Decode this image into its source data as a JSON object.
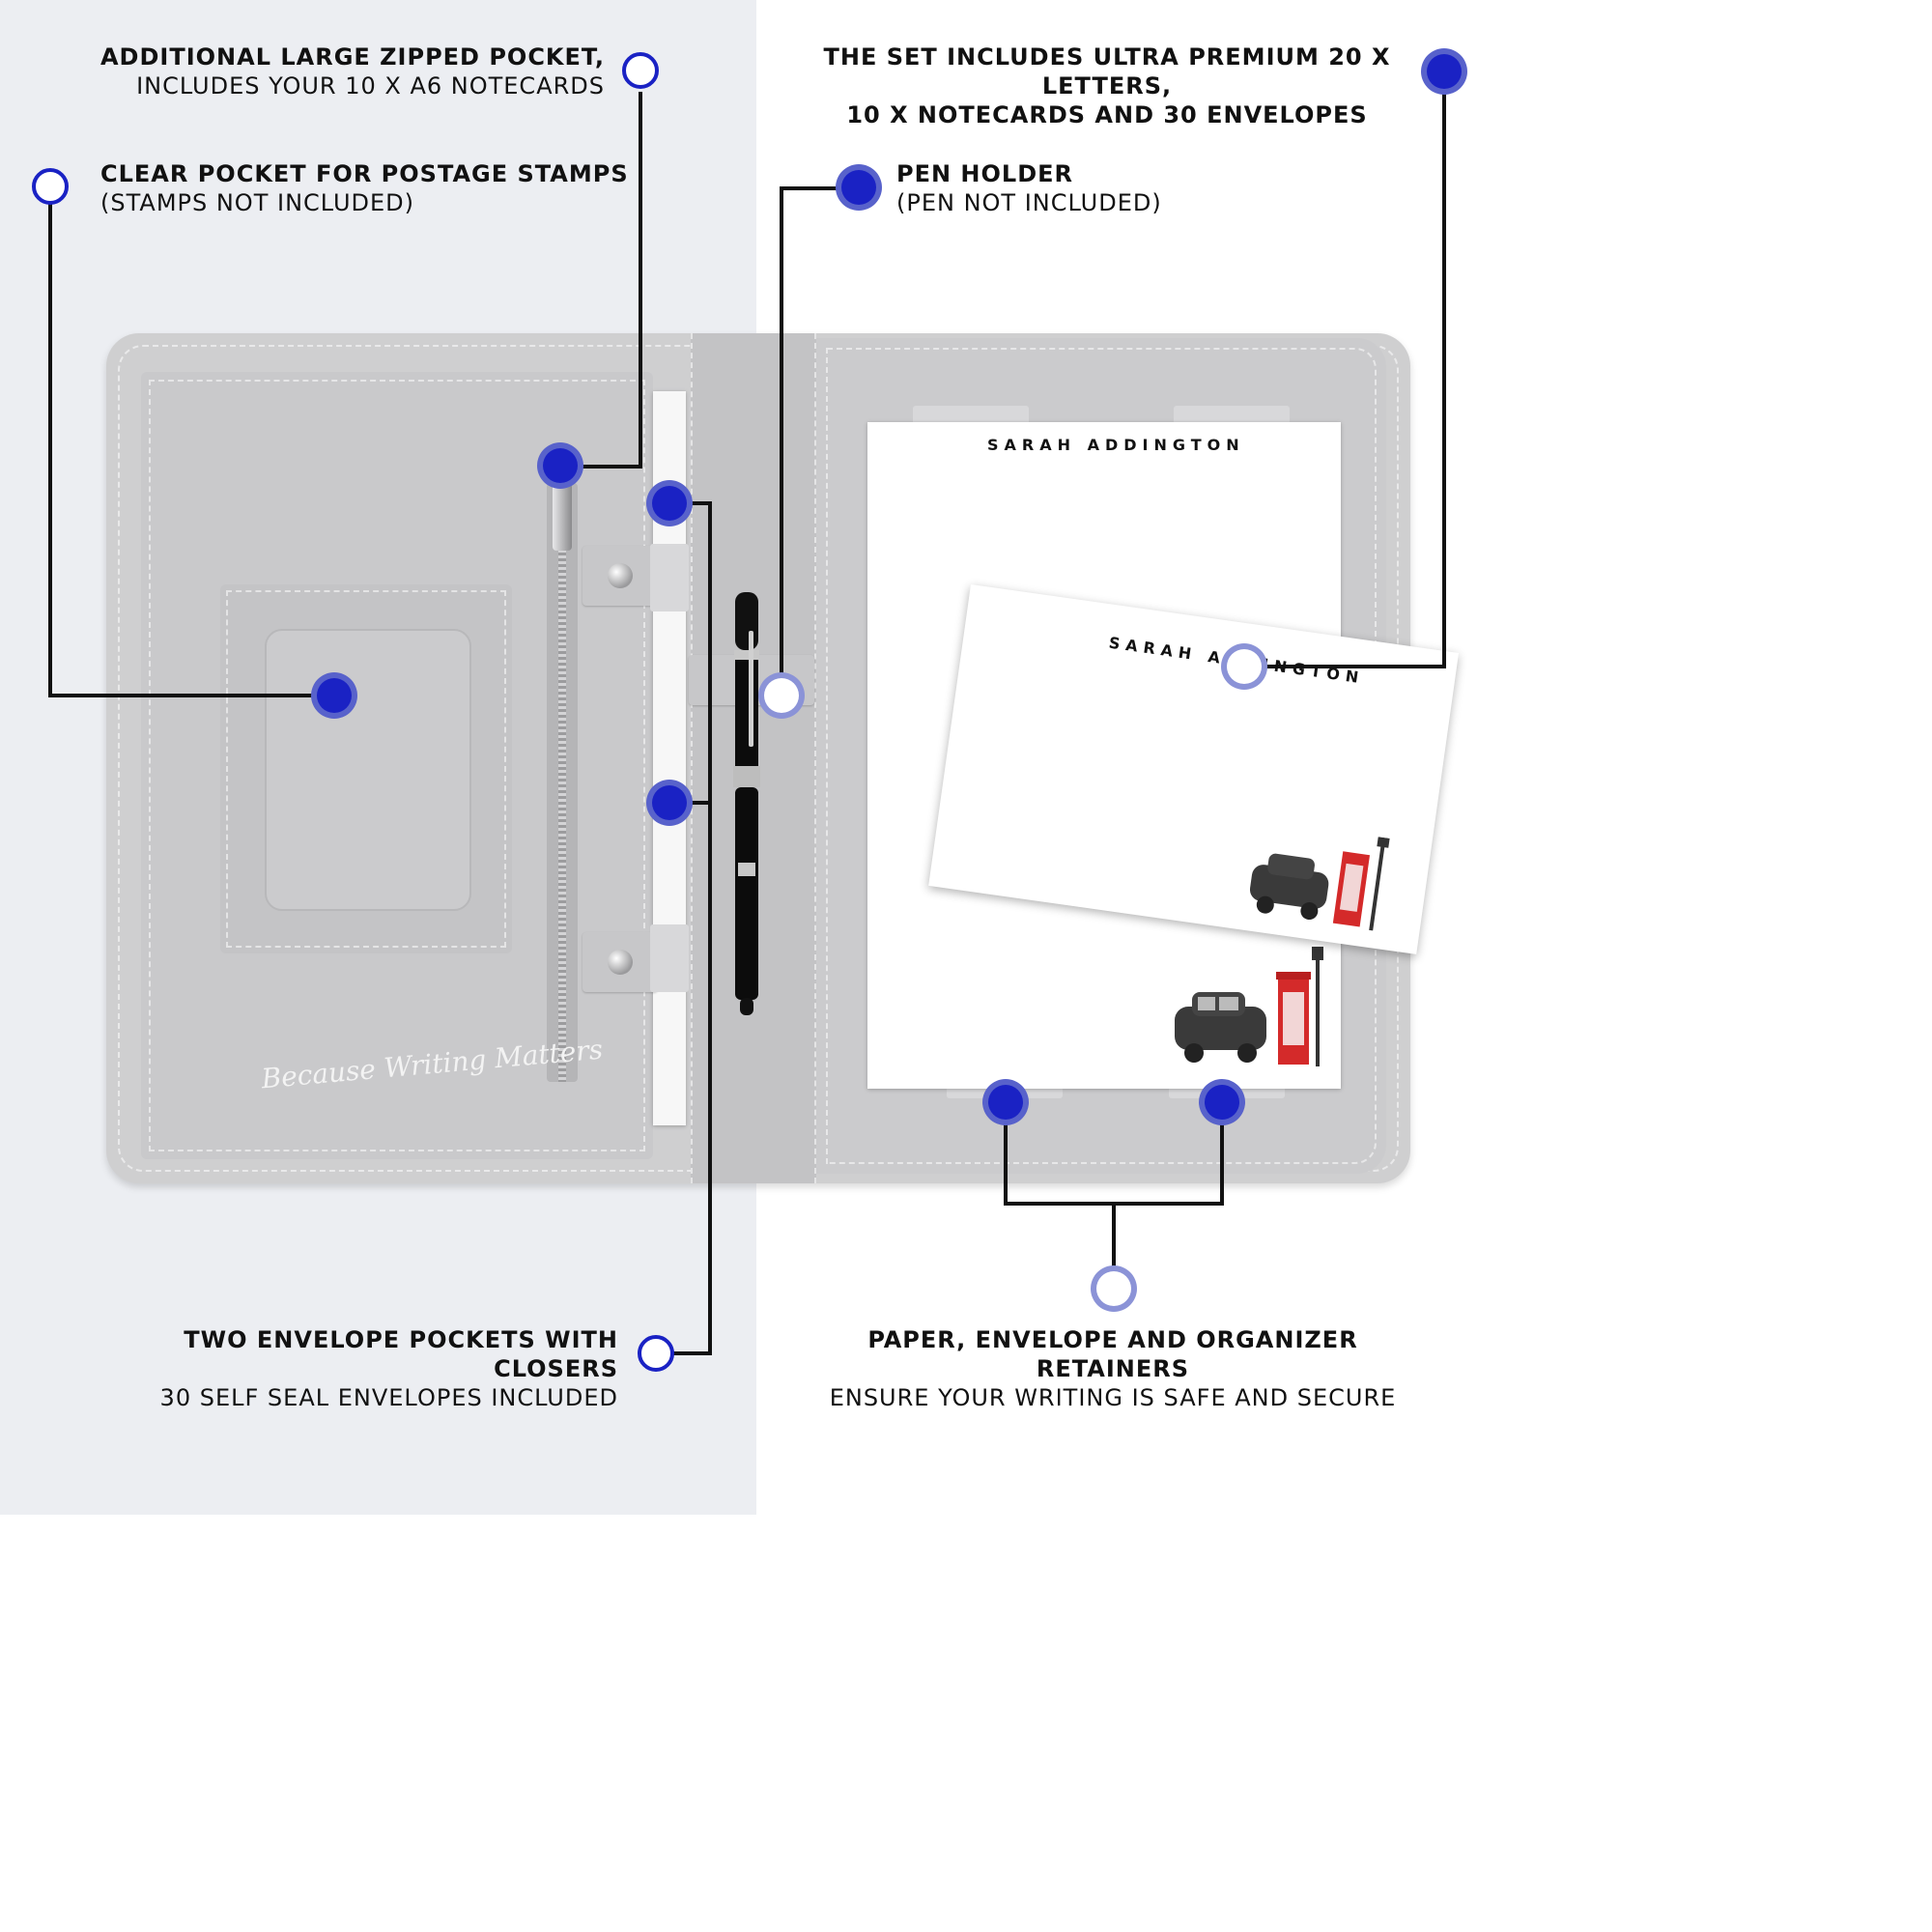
{
  "callouts": {
    "zipped_pocket": {
      "title": "Additional Large Zipped Pocket,",
      "subtitle": "Includes your 10 x A6 Notecards"
    },
    "stamps": {
      "title": "Clear Pocket for Postage Stamps",
      "subtitle": "(Stamps not included)"
    },
    "set_includes": {
      "title": "The Set Includes Ultra Premium 20 x Letters,",
      "subtitle": "10 X Notecards and 30 Envelopes"
    },
    "pen_holder": {
      "title": "Pen Holder",
      "subtitle": "(Pen not included)"
    },
    "envelope_pockets": {
      "title": "Two Envelope Pockets with Closers",
      "subtitle": "30 Self Seal Envelopes Included"
    },
    "retainers": {
      "title": "Paper, Envelope and Organizer Retainers",
      "subtitle": "Ensure your writing is safe and secure"
    }
  },
  "product": {
    "letter_name": "SARAH ADDINGTON",
    "notecard_name": "SARAH ADDINGTON",
    "brand_script": "Because Writing Matters"
  },
  "colors": {
    "accent_blue": "#1a22c4",
    "left_background": "#eceef2",
    "right_background": "#ffffff",
    "folio_grey": "#cfcfd0",
    "telephone_box_red": "#d42a2a",
    "taxi_black": "#3a3a3a"
  },
  "icons": {
    "callout_marker": "filled-circle-marker",
    "callout_anchor": "hollow-circle-marker",
    "taxi": "london-taxi-icon",
    "phone_box": "red-telephone-box-icon",
    "lamp": "street-lamp-icon"
  }
}
